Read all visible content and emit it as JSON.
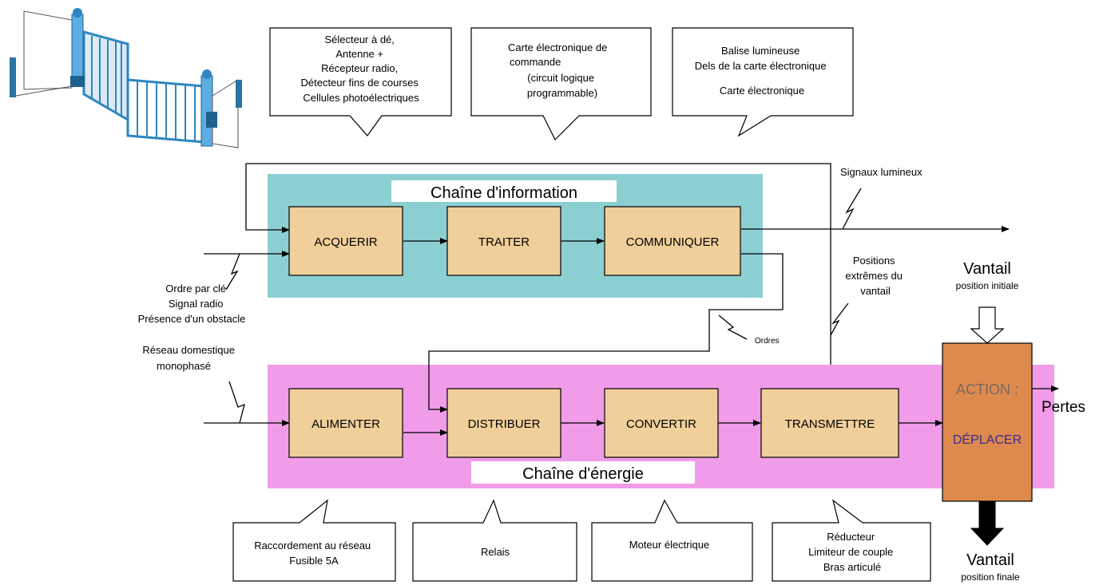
{
  "colors": {
    "info_band": "#8ccfd2",
    "energy_band": "#f09ce9",
    "block_fill": "#f0cf9a",
    "action_fill": "#de8a4f",
    "line": "#000000"
  },
  "illustration": {
    "icon": "sliding-gate-illustration"
  },
  "top_callouts": {
    "sensors": [
      "Sélecteur à dé,",
      "Antenne +",
      "Récepteur radio,",
      "Détecteur fins de courses",
      "Cellules photoélectriques"
    ],
    "controller": [
      "Carte électronique de",
      "commande",
      "(circuit logique",
      "programmable)"
    ],
    "outputs": [
      "Balise lumineuse",
      "Dels de la carte électronique",
      "",
      "Carte électronique"
    ]
  },
  "info_chain": {
    "title": "Chaîne d'information",
    "blocks": {
      "acquerir": "ACQUERIR",
      "traiter": "TRAITER",
      "communiquer": "COMMUNIQUER"
    }
  },
  "energy_chain": {
    "title": "Chaîne d'énergie",
    "blocks": {
      "alimenter": "ALIMENTER",
      "distribuer": "DISTRIBUER",
      "convertir": "CONVERTIR",
      "transmettre": "TRANSMETTRE"
    }
  },
  "action": {
    "line1": "ACTION :",
    "line2": "DÉPLACER"
  },
  "signals": {
    "signaux_lumineux": "Signaux lumineux",
    "inputs": [
      "Ordre par clé",
      "Signal radio",
      "Présence d'un obstacle"
    ],
    "positions": [
      "Positions",
      "extrêmes du",
      "vantail"
    ],
    "ordres": "Ordres",
    "reseau": [
      "Réseau domestique",
      "monophasé"
    ],
    "pertes": "Pertes"
  },
  "vantail": {
    "top_title": "Vantail",
    "top_sub": "position initiale",
    "bottom_title": "Vantail",
    "bottom_sub": "position finale"
  },
  "bottom_callouts": {
    "alimenter": [
      "Raccordement au réseau",
      "Fusible 5A"
    ],
    "distribuer": [
      "Relais"
    ],
    "convertir": [
      "Moteur électrique"
    ],
    "transmettre": [
      "Réducteur",
      "Limiteur de couple",
      "Bras articulé"
    ]
  }
}
